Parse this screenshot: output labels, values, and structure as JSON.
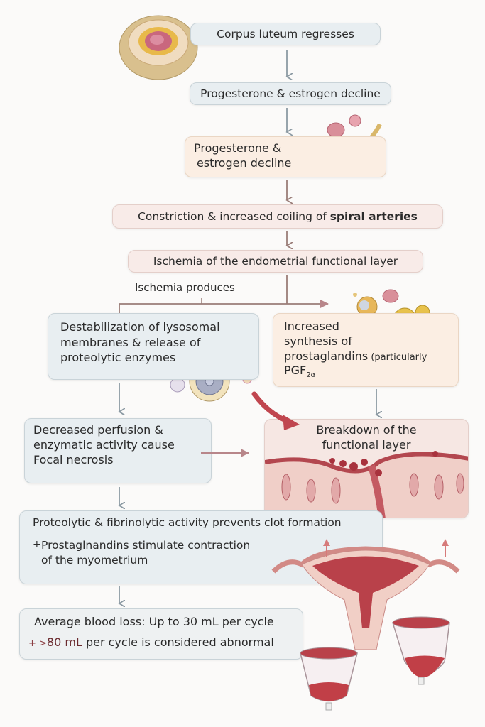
{
  "steps": {
    "corpus": "Corpus luteum regresses",
    "decline1": "Progesterone & estrogen decline",
    "decline2_line1": "Progesterone &",
    "decline2_line2": "estrogen decline",
    "constriction_a": "Constriction & increased coiling of ",
    "constriction_b": "spiral arteries",
    "ischemia": "Ischemia of the endometrial functional layer",
    "ischemia_produces": "Ischemia produces",
    "lysosomal": [
      "Destabilization of lysosomal",
      "membranes & release of",
      "proteolytic enzymes"
    ],
    "prostaglandins": [
      "Increased",
      "synthesis of",
      "prostaglandins",
      " (particularly",
      "PGF",
      "2α"
    ],
    "perfusion": [
      "Decreased perfusion &",
      "enzymatic activity cause",
      "Focal necrosis"
    ],
    "breakdown": [
      "Breakdown of the",
      "functional layer"
    ],
    "clot": "Proteolytic & fibrinolytic activity prevents clot formation",
    "contraction_prefix": "+",
    "contraction": [
      "Prostaglnandins stimulate contraction",
      "of the myometrium"
    ],
    "blood_loss_label": "Average blood loss:",
    "blood_loss_value": " Up to 30 mL per cycle",
    "abnormal_prefix": "+ >",
    "abnormal_value": "80 mL",
    "abnormal_rest": " per cycle is considered abnormal"
  },
  "colors": {
    "blue_box": "#e8eef1",
    "peach_box": "#fbeee3",
    "pink_box": "#f8ebe8",
    "arrow_gray": "#8c9aa3",
    "arrow_brown": "#9a7d78",
    "arrow_red": "#c0464f"
  }
}
